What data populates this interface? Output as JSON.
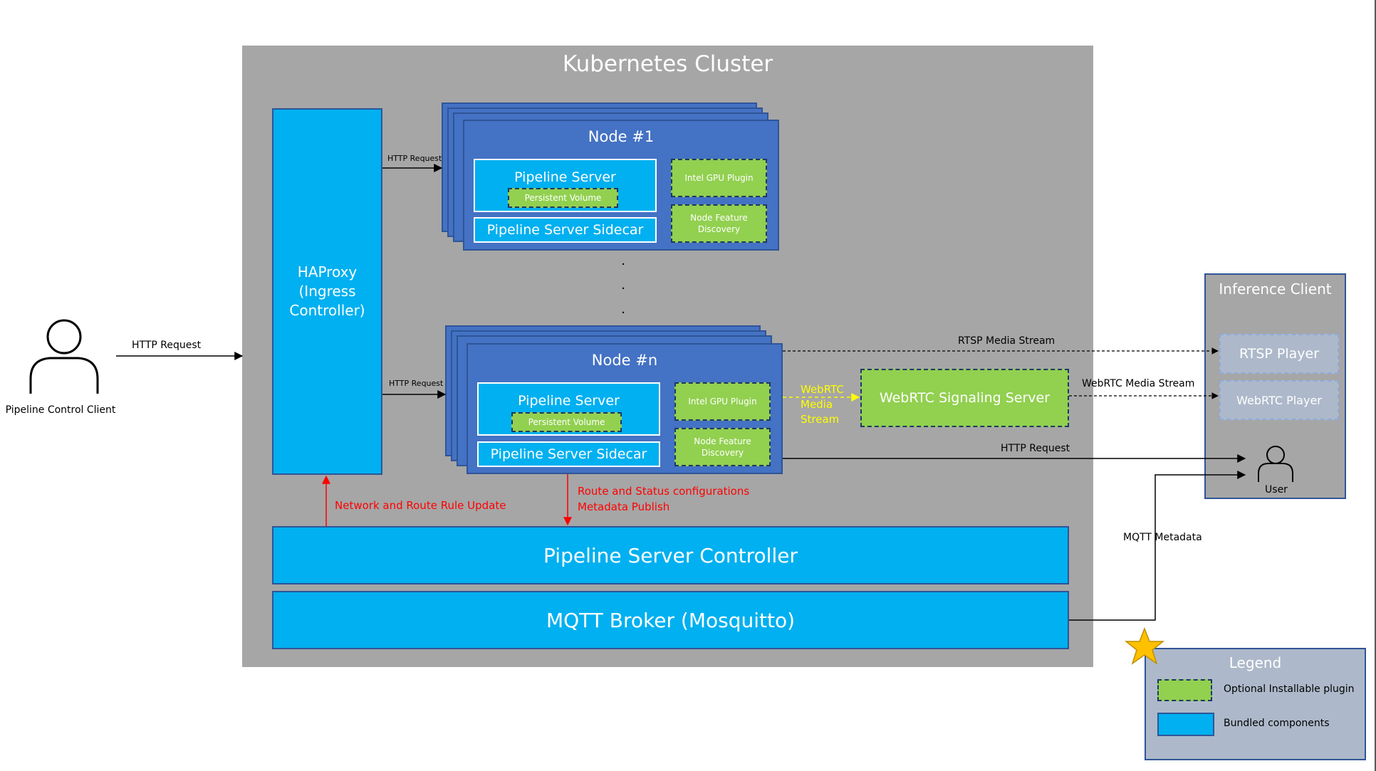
{
  "cluster": {
    "title": "Kubernetes Cluster"
  },
  "client": {
    "name": "Pipeline Control Client",
    "request": "HTTP Request"
  },
  "haproxy": {
    "label": "HAProxy (Ingress Controller)"
  },
  "node1": {
    "title": "Node #1",
    "request": "HTTP Request",
    "pipeline_server": "Pipeline Server",
    "persistent_volume": "Persistent Volume",
    "sidecar": "Pipeline Server Sidecar",
    "gpu_plugin": "Intel GPU Plugin",
    "nfd": "Node Feature Discovery"
  },
  "noden": {
    "title": "Node #n",
    "request": "HTTP Request",
    "pipeline_server": "Pipeline Server",
    "persistent_volume": "Persistent Volume",
    "sidecar": "Pipeline Server Sidecar",
    "gpu_plugin": "Intel GPU Plugin",
    "nfd": "Node Feature Discovery"
  },
  "webrtc": {
    "server": "WebRTC Signaling Server",
    "stream": "WebRTC Media Stream"
  },
  "links": {
    "rtsp": "RTSP Media Stream",
    "webrtc_media": "WebRTC Media Stream",
    "http": "HTTP Request",
    "mqtt": "MQTT Metadata",
    "route_rule": "Network and Route Rule Update",
    "route_status_1": "Route and Status configurations",
    "route_status_2": "Metadata Publish"
  },
  "controller": {
    "label": "Pipeline Server Controller"
  },
  "mqtt_broker": {
    "label": "MQTT Broker (Mosquitto)"
  },
  "inference": {
    "title": "Inference Client",
    "rtsp_player": "RTSP Player",
    "webrtc_player": "WebRTC Player",
    "user": "User"
  },
  "legend": {
    "title": "Legend",
    "optional": "Optional Installable plugin",
    "bundled": "Bundled components"
  },
  "colors": {
    "cluster_bg": "#a6a6a6",
    "bundled": "#00b0f0",
    "optional": "#92d050",
    "node": "#4472c4",
    "border": "#2f5597",
    "annotation_red": "#ff0000",
    "annotation_yellow": "#ffff00",
    "star": "#ffc000"
  }
}
